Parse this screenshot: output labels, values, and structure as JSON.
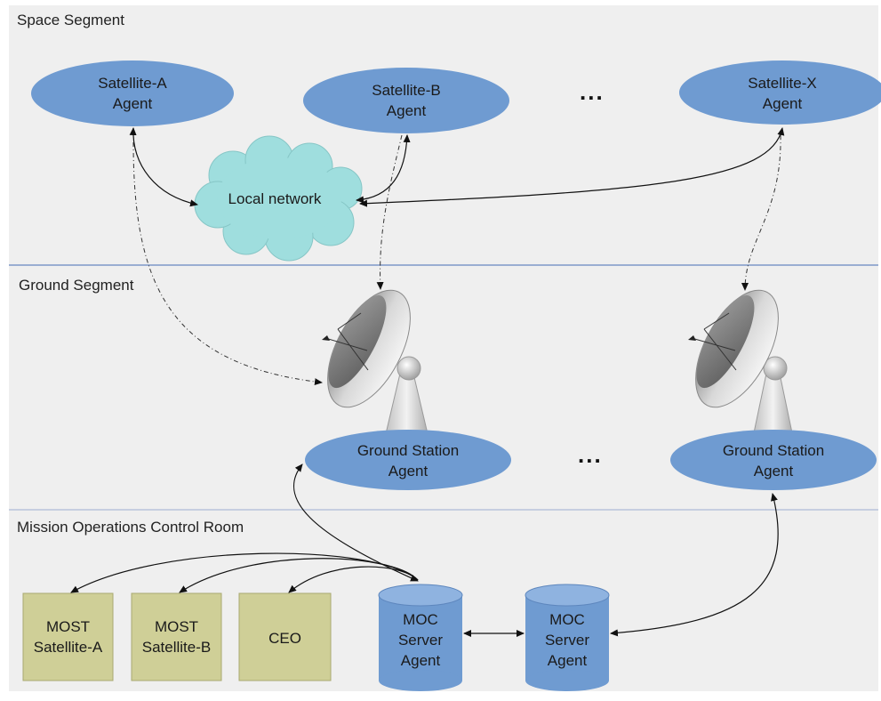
{
  "segments": {
    "space": "Space Segment",
    "ground": "Ground Segment",
    "moc": "Mission Operations Control Room"
  },
  "satellites": [
    {
      "line1": "Satellite-A",
      "line2": "Agent"
    },
    {
      "line1": "Satellite-B",
      "line2": "Agent"
    },
    {
      "line1": "Satellite-X",
      "line2": "Agent"
    }
  ],
  "local_network": "Local network",
  "ellipsis": "...",
  "ground_stations": [
    {
      "line1": "Ground Station",
      "line2": "Agent"
    },
    {
      "line1": "Ground Station",
      "line2": "Agent"
    }
  ],
  "moc_servers": [
    {
      "line1": "MOC",
      "line2": "Server",
      "line3": "Agent"
    },
    {
      "line1": "MOC",
      "line2": "Server",
      "line3": "Agent"
    }
  ],
  "consoles": [
    {
      "line1": "MOST",
      "line2": "Satellite-A"
    },
    {
      "line1": "MOST",
      "line2": "Satellite-B"
    },
    {
      "line1": "CEO",
      "line2": ""
    }
  ],
  "colors": {
    "agent_fill": "#6f9bd1",
    "cloud_fill": "#9fdede",
    "console_fill": "#cfcf97",
    "db_fill": "#6f9bd1",
    "segment_bg": "#efefef",
    "segment_line": "#7f98c9"
  }
}
